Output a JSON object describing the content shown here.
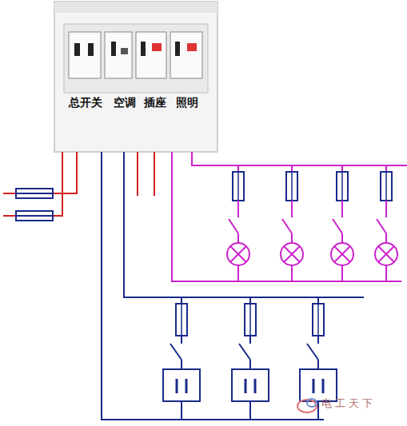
{
  "diagram": {
    "labels": [
      "总开关",
      "空调",
      "插座",
      "照明",
      "电工天下"
    ]
  }
}
